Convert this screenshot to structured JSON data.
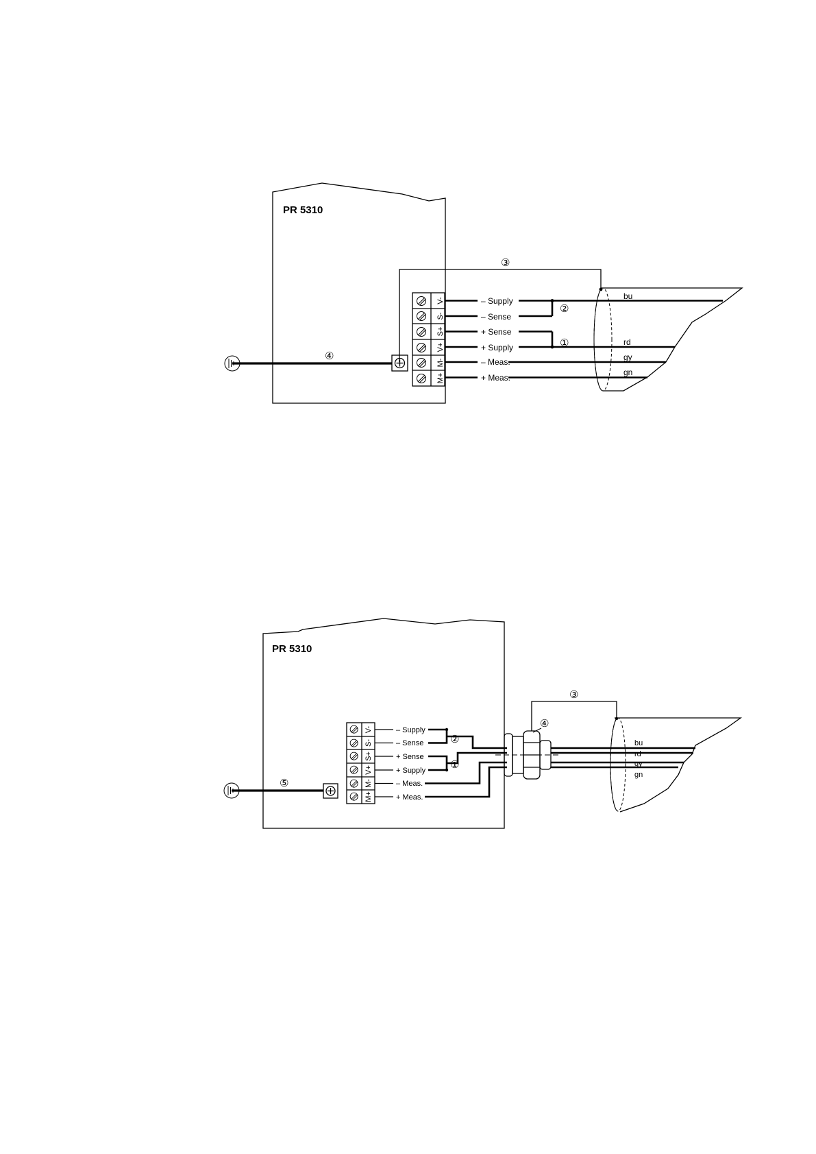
{
  "diagram1": {
    "title": "PR 5310",
    "terminals": [
      "V-",
      "S-",
      "S+",
      "V+",
      "M-",
      "M+"
    ],
    "signals": [
      "– Supply",
      "– Sense",
      "+ Sense",
      "+ Supply",
      "– Meas.",
      "+ Meas."
    ],
    "wire_colors": [
      "bu",
      "rd",
      "gy",
      "gn"
    ],
    "callouts": {
      "c1": "①",
      "c2": "②",
      "c3": "③",
      "c4": "④"
    }
  },
  "diagram2": {
    "title": "PR 5310",
    "terminals": [
      "V-",
      "S-",
      "S+",
      "V+",
      "M-",
      "M+"
    ],
    "signals": [
      "– Supply",
      "– Sense",
      "+ Sense",
      "+ Supply",
      "– Meas.",
      "+ Meas."
    ],
    "wire_colors": [
      "bu",
      "rd",
      "gy",
      "gn"
    ],
    "callouts": {
      "c1": "①",
      "c2": "②",
      "c3": "③",
      "c4": "④",
      "c5": "⑤"
    }
  }
}
